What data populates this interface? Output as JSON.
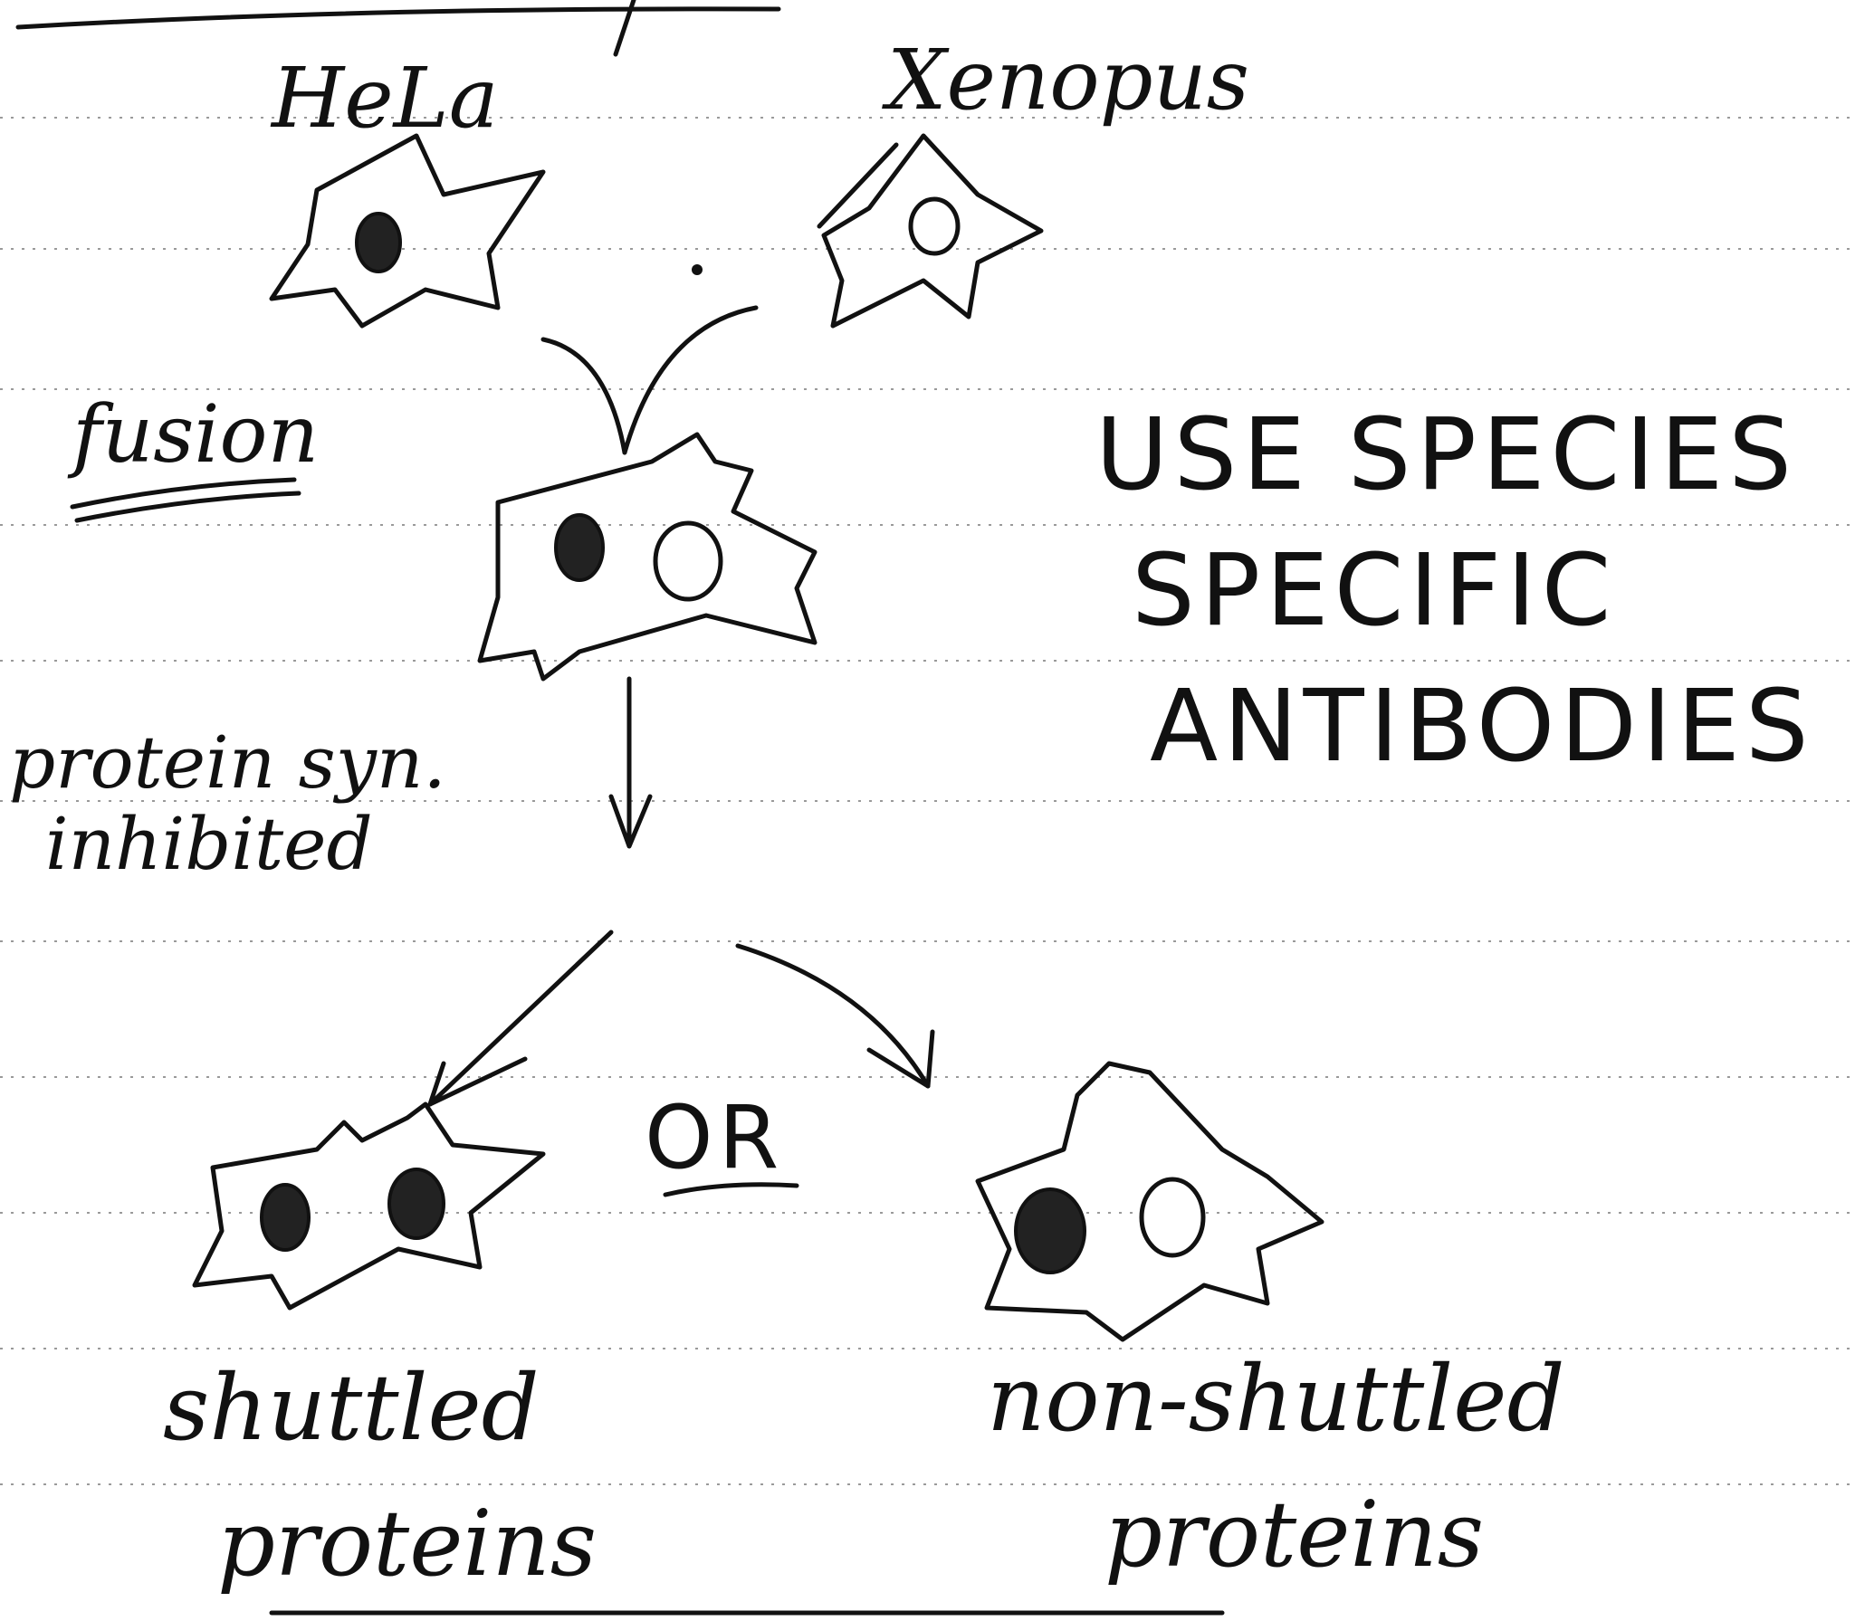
{
  "labels": {
    "top_left_cell": "HeLa",
    "top_right_cell": "Xenopus",
    "fusion_step": "fusion",
    "inhibition_line1": "protein syn.",
    "inhibition_line2": "inhibited",
    "method_line1": "USE SPECIES",
    "method_line2": "SPECIFIC",
    "method_line3": "ANTIBODIES",
    "or_word": "OR",
    "left_outcome_line1": "shuttled",
    "left_outcome_line2": "proteins",
    "right_outcome_line1": "non-shuttled",
    "right_outcome_line2": "proteins"
  },
  "colors": {
    "ink": "#111111",
    "paper": "#ffffff",
    "rule": "#9a9a9a"
  },
  "icons": {
    "hela_cell": "cell-dark-nucleus-icon",
    "xenopus_cell": "cell-light-nucleus-icon",
    "heterokaryon": "fused-cell-icon",
    "shuttled_result": "cell-two-dark-nuclei-icon",
    "nonshuttled_result": "cell-one-dark-one-light-nucleus-icon"
  }
}
